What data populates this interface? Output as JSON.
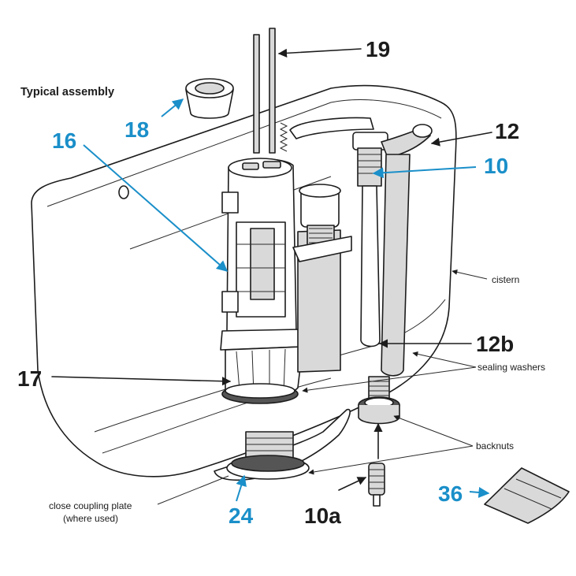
{
  "title": "Typical assembly",
  "callouts": {
    "c19": "19",
    "c18": "18",
    "c16": "16",
    "c12": "12",
    "c10": "10",
    "c12b": "12b",
    "c17": "17",
    "c24": "24",
    "c10a": "10a",
    "c36": "36"
  },
  "labels": {
    "cistern": "cistern",
    "sealing_washers": "sealing washers",
    "backnuts": "backnuts",
    "close_coupling_line1": "close coupling plate",
    "close_coupling_line2": "(where used)"
  },
  "colors": {
    "blue": "#1a8fc9",
    "black": "#1c1c1c"
  }
}
